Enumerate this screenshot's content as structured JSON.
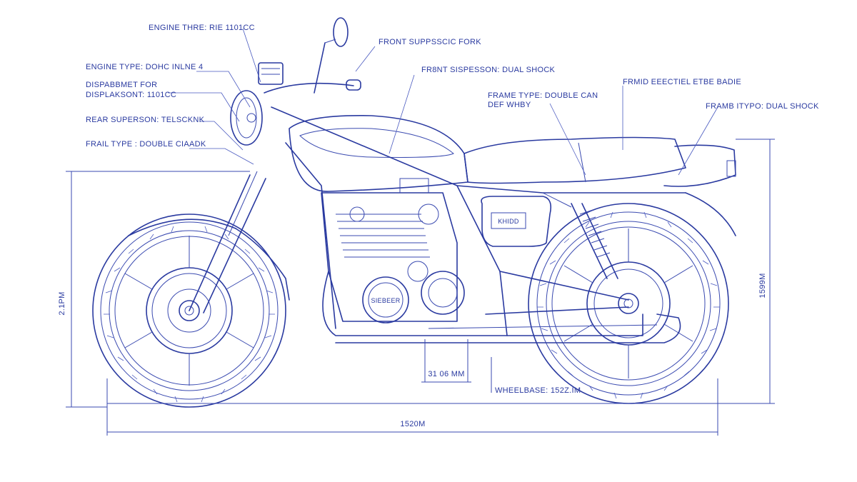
{
  "callouts": {
    "engine_title": "ENGINE THRE: RIE 1101CC",
    "engine_type": "ENGINE TYPE: DOHC INLNE 4",
    "displacement_1": "DISPABBMET FOR",
    "displacement_2": "DISPLAKSONT: 1101CC",
    "rear_susp": "REAR SUPERSON: TELSCKNK",
    "frame_type_left": "FRAIL TYPE : DOUBLE CIAADK",
    "front_fork": "FRONT SUPPSSCIC FORK",
    "front_susp": "FR8NT SISPESSON: DUAL SHOCK",
    "frame_type_mid_1": "FRAME TYPE: DOUBLE CAN",
    "frame_type_mid_2": "DEF WHBY",
    "frame_right": "FRMID EEECTIEL ETBE BADIE",
    "frame_dual_shock": "FRAMB ITYPO: DUAL SHOCK"
  },
  "dimensions": {
    "height_left": "2.1PM",
    "height_right": "1599M",
    "length": "1520M",
    "ground_clearance": "31 06 MM",
    "wheelbase": "WHEELBASE: 152Z.IM"
  },
  "badges": {
    "tank_badge": "KHIDD",
    "engine_badge": "SIEBEER"
  }
}
